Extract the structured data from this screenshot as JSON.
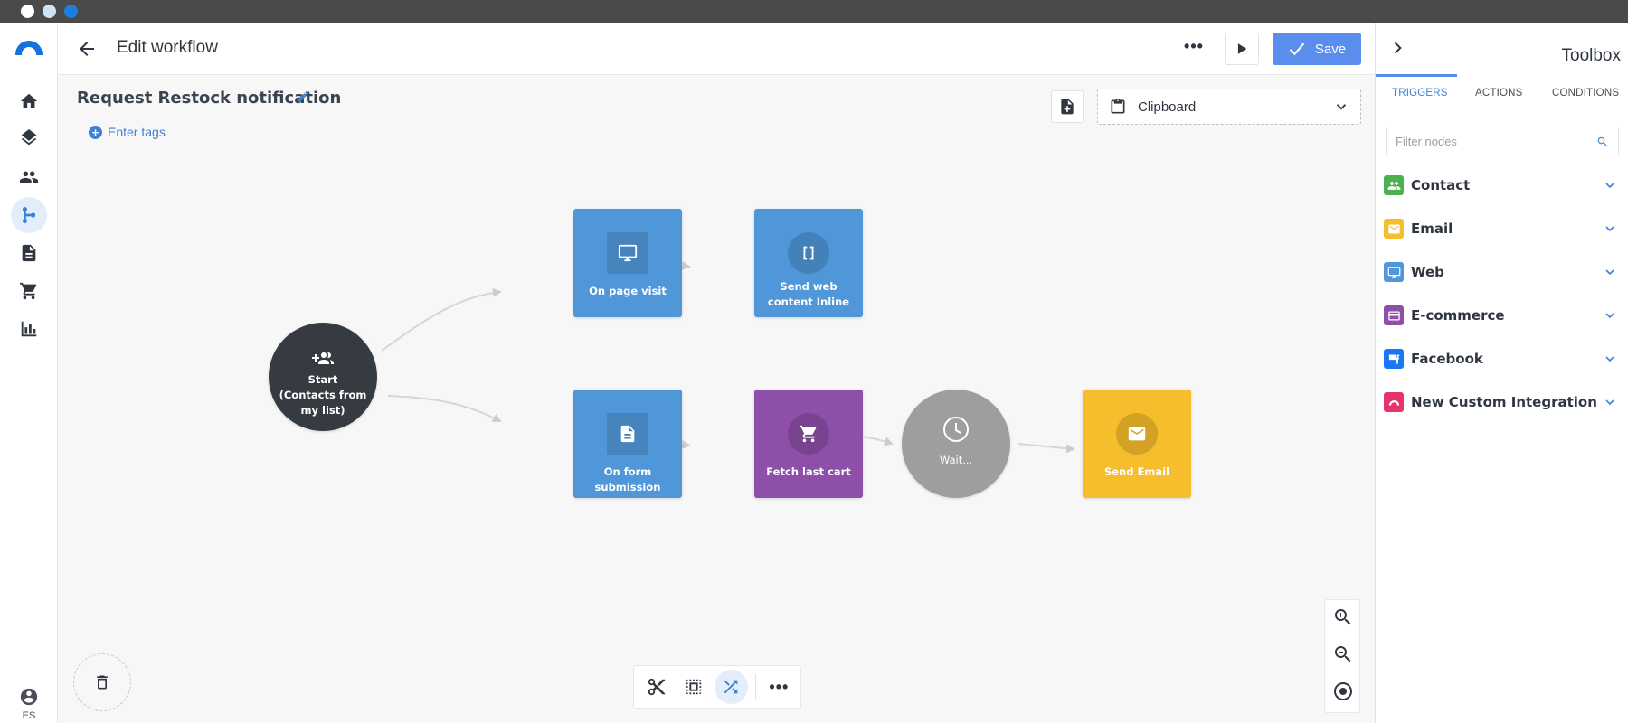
{
  "header": {
    "title": "Edit workflow",
    "more_label": "•••",
    "save_label": "Save"
  },
  "rail": {
    "account_label": "ES",
    "items": [
      "home",
      "campaigns",
      "contacts",
      "workflows",
      "pages",
      "ecommerce",
      "reports"
    ]
  },
  "workflow": {
    "name": "Request Restock notification",
    "tags_link": "Enter tags",
    "clipboard_label": "Clipboard"
  },
  "nodes": {
    "start": {
      "line1": "Start",
      "line2": "(Contacts from my list)"
    },
    "page_visit": "On page visit",
    "web_content": "Send web content Inline",
    "form_submission": "On form submission",
    "fetch_cart": "Fetch last cart",
    "wait": "Wait...",
    "send_email": "Send Email"
  },
  "node_colors": {
    "trigger": "#4f97d8",
    "action_purple": "#8e4fa8",
    "wait": "#9e9e9e",
    "email": "#f6bd2c",
    "start": "#363b42"
  },
  "bottom_toolbar": {
    "more_label": "•••"
  },
  "toolbox": {
    "title": "Toolbox",
    "tabs": [
      "TRIGGERS",
      "ACTIONS",
      "CONDITIONS"
    ],
    "filter_placeholder": "Filter nodes",
    "categories": [
      {
        "label": "Contact",
        "color": "#4caf50",
        "icon": "contacts-icon"
      },
      {
        "label": "Email",
        "color": "#f6bd2c",
        "icon": "mail-icon"
      },
      {
        "label": "Web",
        "color": "#4f97d8",
        "icon": "monitor-icon"
      },
      {
        "label": "E-commerce",
        "color": "#8e4fa8",
        "icon": "card-icon"
      },
      {
        "label": "Facebook",
        "color": "#1877f2",
        "icon": "facebook-icon"
      },
      {
        "label": "New Custom Integration",
        "color": "#e8336a",
        "icon": "integration-icon"
      }
    ]
  },
  "accent_color": "#5b8def"
}
